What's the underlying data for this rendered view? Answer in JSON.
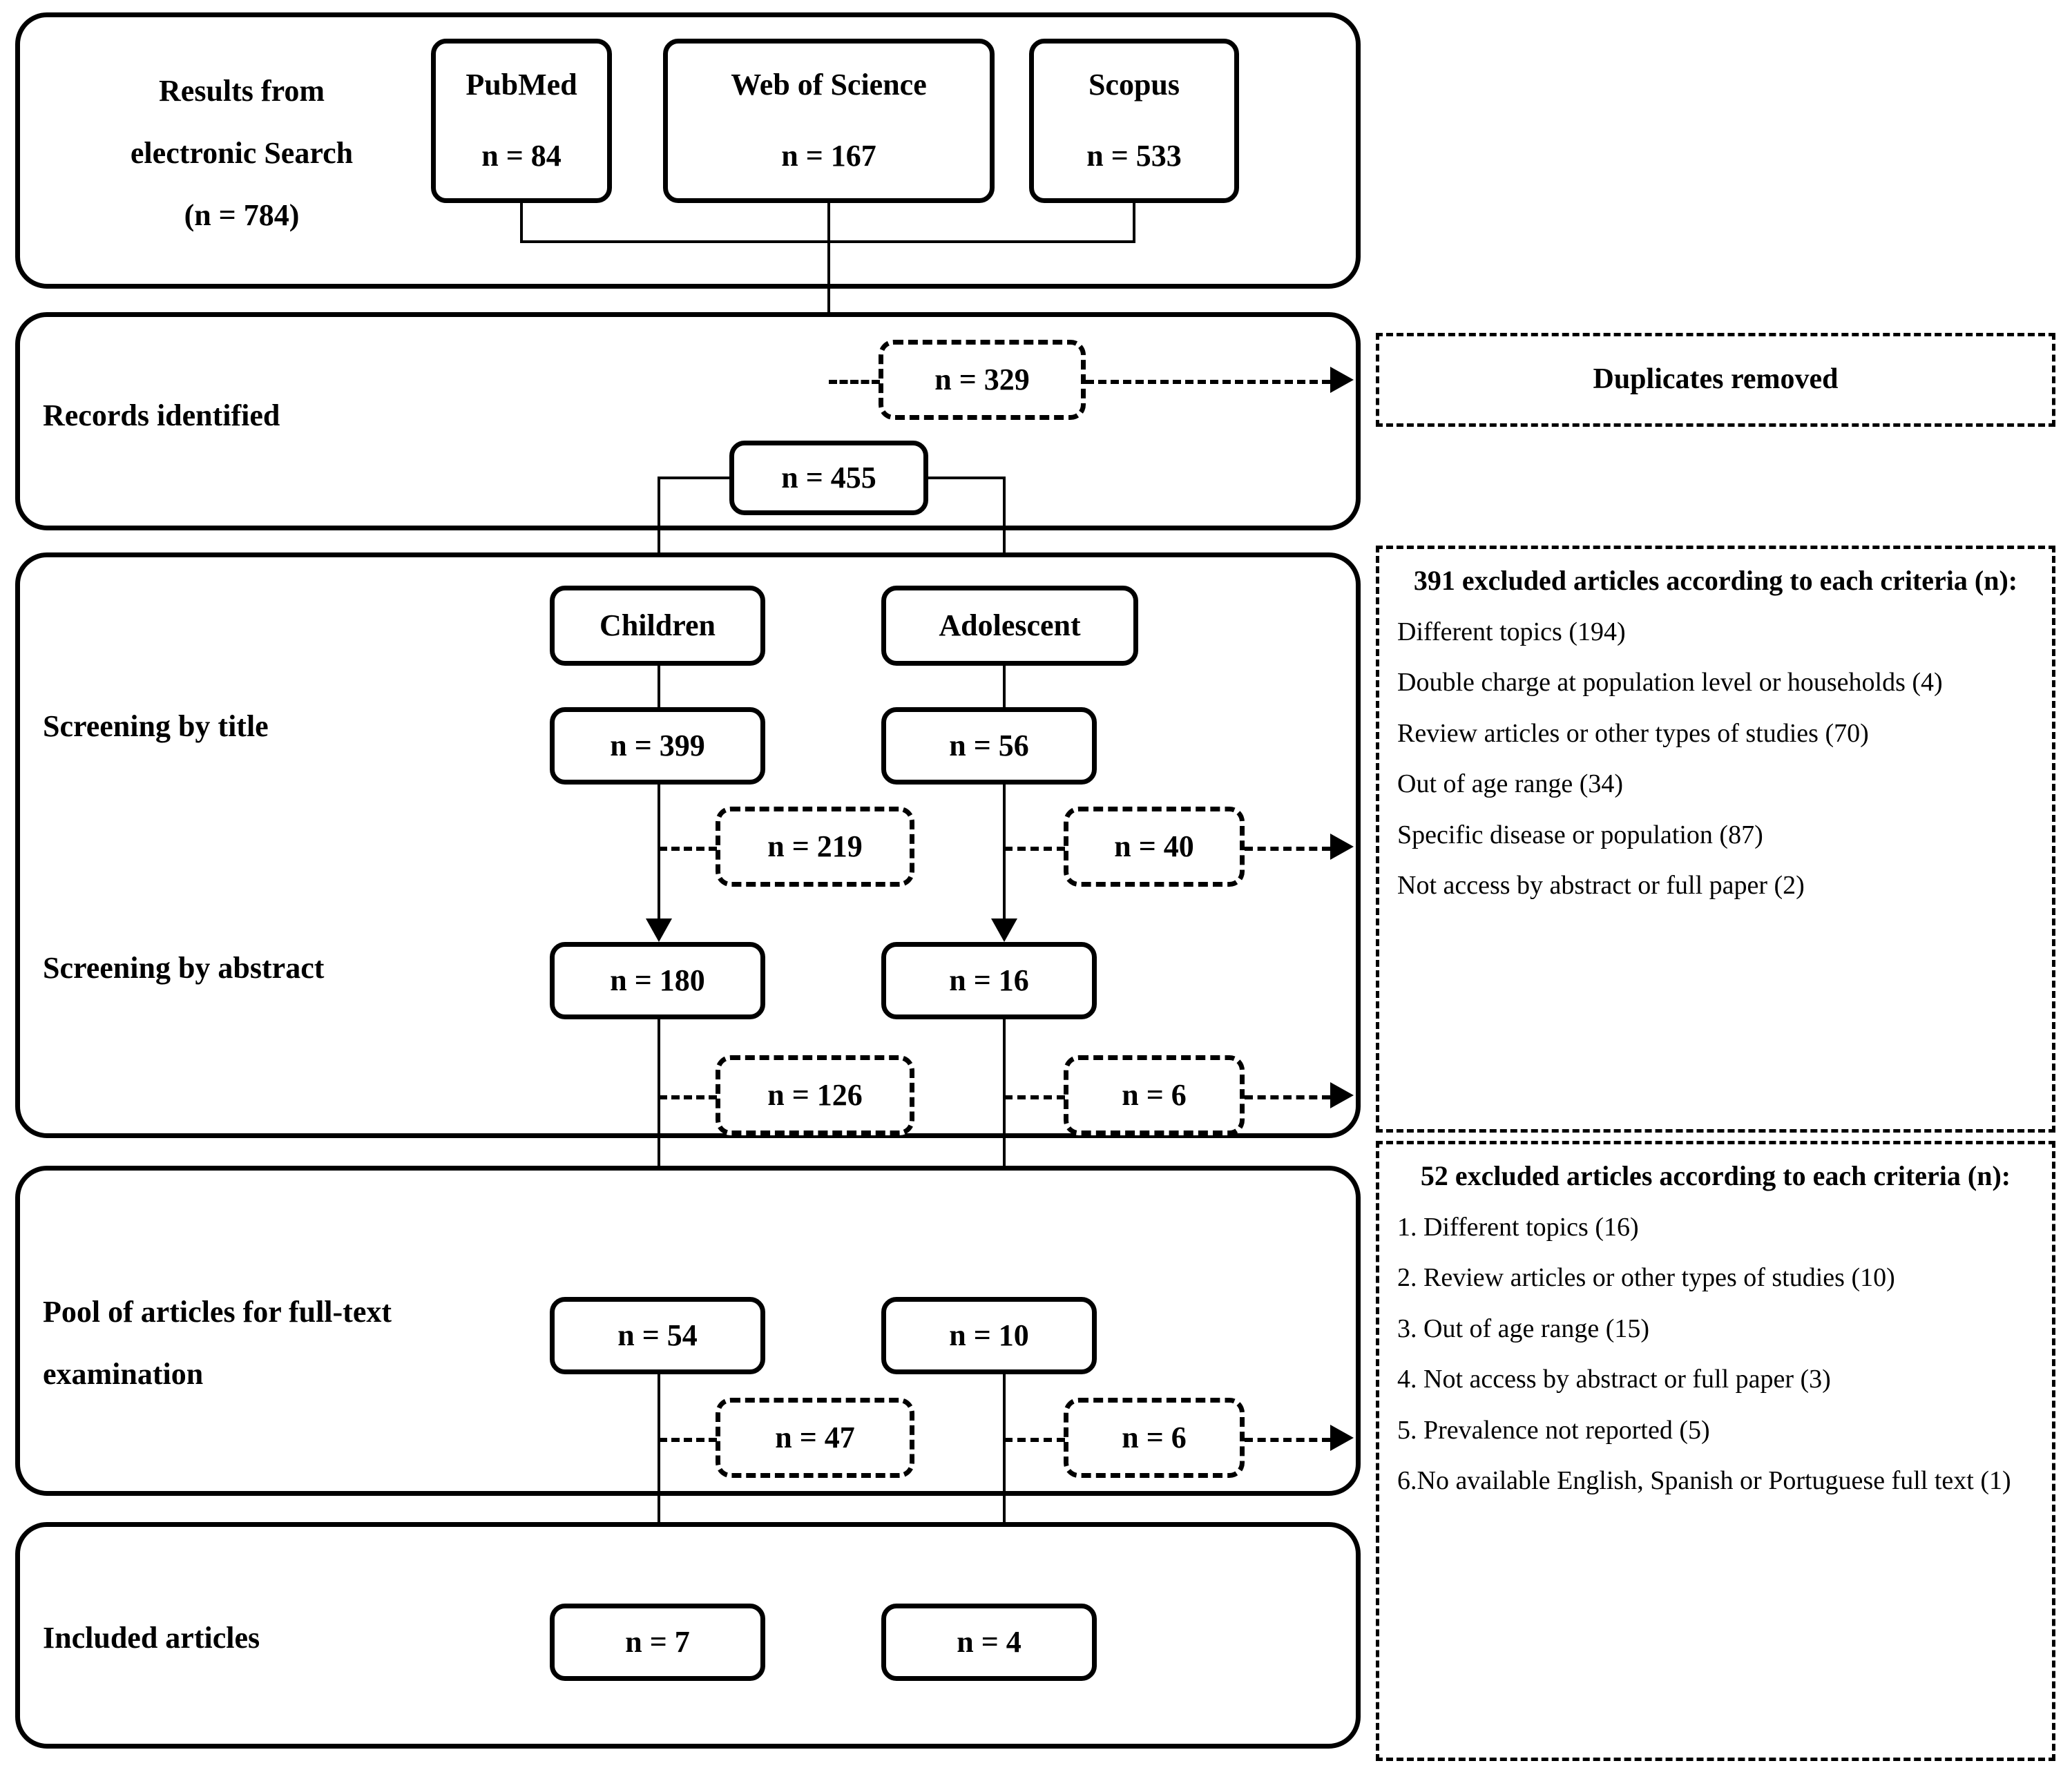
{
  "diagram": {
    "title": "PRISMA study selection flow diagram",
    "accent_color": "#000000",
    "background_color": "#ffffff"
  },
  "stages": {
    "search": {
      "label_line1": "Results from",
      "label_line2": "electronic Search",
      "label_line3": "(n = 784)",
      "total": "n = 784",
      "sources": [
        {
          "name": "PubMed",
          "count": "n = 84"
        },
        {
          "name": "Web of Science",
          "count": "n = 167"
        },
        {
          "name": "Scopus",
          "count": "n = 533"
        }
      ]
    },
    "records": {
      "label": "Records identified",
      "duplicates_count": "n = 329",
      "remaining": "n = 455"
    },
    "screening": {
      "title_label": "Screening by title",
      "abstract_label": "Screening by abstract",
      "branches": [
        {
          "name": "Children",
          "title_count": "n = 399",
          "title_excluded": "n = 219",
          "abstract_count": "n = 180",
          "abstract_excluded": "n = 126"
        },
        {
          "name": "Adolescent",
          "title_count": "n = 56",
          "title_excluded": "n = 40",
          "abstract_count": "n = 16",
          "abstract_excluded": "n = 6"
        }
      ]
    },
    "fulltext": {
      "label_line1": "Pool  of  articles  for  full-text",
      "label_line2": "examination",
      "children_count": "n = 54",
      "adolescent_count": "n = 10",
      "children_excluded": "n = 47",
      "adolescent_excluded": "n = 6"
    },
    "included": {
      "label": "Included articles",
      "children_count": "n = 7",
      "adolescent_count": "n = 4"
    }
  },
  "panels": {
    "duplicates": {
      "title": "Duplicates removed"
    },
    "excluded_screening": {
      "title": "391 excluded articles according to each criteria (n):",
      "items": [
        "Different topics (194)",
        "Double charge at population level or households (4)",
        "Review articles or other types of studies (70)",
        "Out of age range (34)",
        "Specific disease or population (87)",
        "Not access by abstract or full paper (2)"
      ]
    },
    "excluded_fulltext": {
      "title": "52 excluded articles according to each criteria (n):",
      "items": [
        "1. Different topics (16)",
        "2. Review articles or other types of studies (10)",
        "3. Out of age range (15)",
        "4. Not access by abstract or full paper (3)",
        "5. Prevalence not reported (5)",
        "6.No available English, Spanish or Portuguese full text (1)"
      ]
    }
  }
}
